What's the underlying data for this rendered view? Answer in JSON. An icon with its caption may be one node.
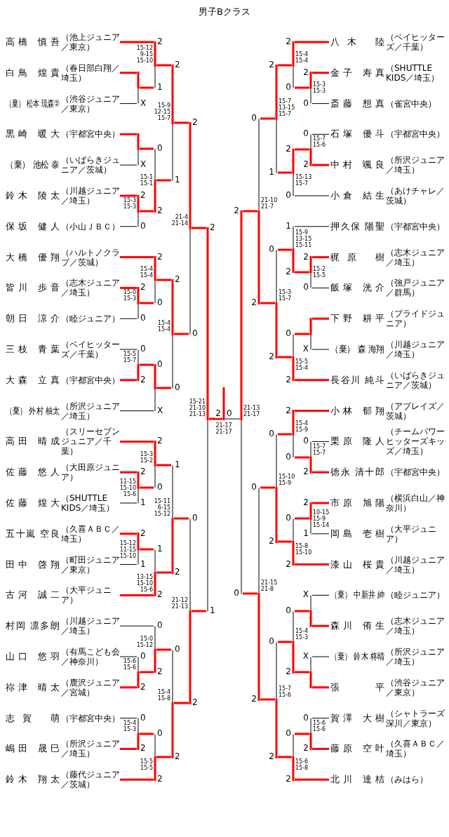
{
  "diagram": {
    "title": "男子Bクラス",
    "nodes": [
      {
        "text": [
          "高橋 慎吾",
          "（池上ジュニア／東京）"
        ]
      },
      {
        "text": [
          "白鳥 煌貴",
          "（春日部白翔／埼玉）"
        ]
      },
      {
        "text": [
          "（棄） 松本 琉森②",
          "（渋谷ジュニア／東京）"
        ]
      },
      {
        "text": [
          "黒崎 暖大",
          "（宇都宮中央）"
        ]
      },
      {
        "text": [
          "（棄） 池松 泰",
          "（いばらきジュニア／茨城）"
        ]
      },
      {
        "text": [
          "鈴木 陵太",
          "（川越ジュニア／埼玉）"
        ]
      },
      {
        "text": [
          "保坂 健人",
          "（小山ＪＢＣ）"
        ]
      },
      {
        "text": [
          "大橋 優翔",
          "（ハルトノクラブ／茨城）"
        ]
      },
      {
        "text": [
          "皆川 歩音",
          "（志木ジュニア／埼玉）"
        ]
      },
      {
        "text": [
          "朝日 涼介",
          "（睦ジュニア）"
        ]
      },
      {
        "text": [
          "三枝 青葉",
          "（ベイヒッターズ／千葉）"
        ]
      },
      {
        "text": [
          "大森 立真",
          "（宇都宮中央）"
        ]
      },
      {
        "text": [
          "（棄） 外村 柚太",
          "（所沢ジュニア／埼玉）"
        ]
      },
      {
        "text": [
          "高田 晴成",
          "（スリーセブンジュニア／千葉）"
        ]
      },
      {
        "text": [
          "佐藤 悠人",
          "（大田原ジュニア）"
        ]
      },
      {
        "text": [
          "佐藤 煌大",
          "（SHUTTLE KIDS／埼玉）"
        ]
      },
      {
        "text": [
          "五十嵐 空良",
          "（久喜ＡＢＣ／埼玉）"
        ]
      },
      {
        "text": [
          "田中 啓翔",
          "（町田ジュニア／東京）"
        ]
      },
      {
        "text": [
          "古河 誠二",
          "（大平ジュニア）"
        ]
      },
      {
        "text": [
          "村岡 凛多朗",
          "（川越ジュニア／埼玉）"
        ]
      },
      {
        "text": [
          "山口 悠羽",
          "（有馬こども会／神奈川）"
        ]
      },
      {
        "text": [
          "祢津 晴太",
          "（鹿沢ジュニア／宮城）"
        ]
      },
      {
        "text": [
          "志賀 萌",
          "（宇都宮中央）"
        ]
      },
      {
        "text": [
          "嶋田 晟巳",
          "（所沢ジュニア／埼玉）"
        ]
      },
      {
        "text": [
          "鈴木 翔太",
          "（藤代ジュニア／茨城）"
        ]
      },
      {
        "text": [
          "八木 陸",
          "（ベイヒッターズ／千葉）"
        ]
      },
      {
        "text": [
          "金子 寿真",
          "（SHUTTLE KIDS／埼玉）"
        ]
      },
      {
        "text": [
          "斎藤 想真",
          "（雀宮中央）"
        ]
      },
      {
        "text": [
          "石塚 優斗",
          "（宇都宮中央）"
        ]
      },
      {
        "text": [
          "中村 颯良",
          "（所沢ジュニア／埼玉）"
        ]
      },
      {
        "text": [
          "小倉 結生",
          "（あけチャレ／茨城）"
        ]
      },
      {
        "text": [
          "押久保 陽聖",
          "（宇都宮中央）"
        ]
      },
      {
        "text": [
          "梶原 樹",
          "（志木ジュニア／埼玉）"
        ]
      },
      {
        "text": [
          "飯塚 洸介",
          "（強戸ジュニア／群馬）"
        ]
      },
      {
        "text": [
          "下野 耕平",
          "（プライドジュニア）"
        ]
      },
      {
        "text": [
          "（棄） 森 海翔",
          "（川越ジュニア／埼玉）"
        ]
      },
      {
        "text": [
          "長谷川 純斗",
          "（いばらきジュニア／茨城）"
        ]
      },
      {
        "text": [
          "小林 郁翔",
          "（アブレイズ／茨城）"
        ]
      },
      {
        "text": [
          "栗原 隆人",
          "（チームパワーヒッターズキッズ／埼玉）"
        ]
      },
      {
        "text": [
          "徳永 清十郎",
          "（宇都宮中央）"
        ]
      },
      {
        "text": [
          "市原 旭陽",
          "（横浜白山／神奈川）"
        ]
      },
      {
        "text": [
          "岡島 壱樹",
          "（大平ジュニア）"
        ]
      },
      {
        "text": [
          "漆山 桜貴",
          "（川越ジュニア／埼玉）"
        ]
      },
      {
        "text": [
          "（棄） 中新井 紳",
          "（睦ジュニア）"
        ]
      },
      {
        "text": [
          "森川 侑生",
          "（志木ジュニア／埼玉）"
        ]
      },
      {
        "text": [
          "（棄） 鈴木 柊晴",
          "（所沢ジュニア／埼玉）"
        ]
      },
      {
        "text": [
          "張 平",
          "（渋谷ジュニア／東京）"
        ]
      },
      {
        "text": [
          "賀澤 大樹",
          "（シャトラーズ深川／東京）"
        ]
      },
      {
        "text": [
          "藤原 空叶",
          "（久喜ＡＢＣ／埼玉）"
        ]
      },
      {
        "text": [
          "北川 達桔",
          "（みはら）"
        ]
      },
      {
        "text": [],
        "shape": "bar"
      },
      {
        "text": [],
        "shape": "bar",
        "beside": [
          "15-12 9-15 15-10"
        ]
      },
      {
        "text": [],
        "shape": "bar"
      },
      {
        "text": [],
        "shape": "bar",
        "beside": [
          "15-3 15-3"
        ]
      },
      {
        "text": [],
        "shape": "bar",
        "beside": [
          "15-1 15-1"
        ]
      },
      {
        "text": [],
        "shape": "bar",
        "beside": [
          "15-9 12-15 15-7"
        ]
      },
      {
        "text": [],
        "shape": "bar",
        "beside": [
          "15-0 15-3"
        ]
      },
      {
        "text": [],
        "shape": "bar",
        "beside": [
          "15-4 15-4"
        ]
      },
      {
        "text": [],
        "shape": "bar",
        "beside": [
          "15-5 15-7"
        ]
      },
      {
        "text": [],
        "shape": "bar"
      },
      {
        "text": [],
        "shape": "bar",
        "beside": [
          "15-4 15-4"
        ]
      },
      {
        "text": [],
        "shape": "bar",
        "beside": [
          "21-4 21-14"
        ]
      },
      {
        "text": [],
        "shape": "bar",
        "beside": [
          "11-15 15-10 15-6"
        ]
      },
      {
        "text": [],
        "shape": "bar",
        "beside": [
          "15-3 15-2"
        ]
      },
      {
        "text": [],
        "shape": "bar",
        "beside": [
          "15-12 11-15 15-10"
        ]
      },
      {
        "text": [],
        "shape": "bar",
        "beside": [
          "13-15 15-10 15-6"
        ]
      },
      {
        "text": [],
        "shape": "bar",
        "beside": [
          "15-11 6-15 15-12"
        ]
      },
      {
        "text": [],
        "shape": "bar",
        "beside": [
          "15-6 15-6"
        ]
      },
      {
        "text": [],
        "shape": "bar",
        "beside": [
          "15-0 15-12"
        ]
      },
      {
        "text": [],
        "shape": "bar",
        "beside": [
          "15-4 15-3"
        ]
      },
      {
        "text": [],
        "shape": "bar",
        "beside": [
          "15-5 15-5"
        ]
      },
      {
        "text": [],
        "shape": "bar",
        "beside": [
          "15-4 15-8"
        ]
      },
      {
        "text": [],
        "shape": "bar",
        "beside": [
          "21-12 21-13"
        ]
      },
      {
        "text": [],
        "shape": "bar",
        "beside": [
          "15-21 21-10 21-13"
        ]
      },
      {
        "text": [],
        "shape": "bar",
        "beside": [
          "15-3 15-3"
        ]
      },
      {
        "text": [],
        "shape": "bar",
        "beside": [
          "15-4 15-4"
        ]
      },
      {
        "text": [],
        "shape": "bar",
        "beside": [
          "15-7 15-6"
        ]
      },
      {
        "text": [],
        "shape": "bar",
        "beside": [
          "15-13 15-7"
        ]
      },
      {
        "text": [],
        "shape": "bar",
        "beside": [
          "15-7 13-15 15-7"
        ]
      },
      {
        "text": [],
        "shape": "bar",
        "beside": [
          "15-2 15-5"
        ]
      },
      {
        "text": [],
        "shape": "bar",
        "beside": [
          "15-9 13-15 15-11"
        ]
      },
      {
        "text": [],
        "shape": "bar"
      },
      {
        "text": [],
        "shape": "bar",
        "beside": [
          "15-5 15-4"
        ]
      },
      {
        "text": [],
        "shape": "bar",
        "beside": [
          "15-3 15-7"
        ]
      },
      {
        "text": [],
        "shape": "bar",
        "beside": [
          "21-10 21-7"
        ]
      },
      {
        "text": [],
        "shape": "bar",
        "beside": [
          "15-7 15-7"
        ]
      },
      {
        "text": [],
        "shape": "bar",
        "beside": [
          "15-4 15-9"
        ]
      },
      {
        "text": [],
        "shape": "bar",
        "beside": [
          "10-15 15-9 15-14"
        ]
      },
      {
        "text": [],
        "shape": "bar",
        "beside": [
          "15-8 15-10"
        ]
      },
      {
        "text": [],
        "shape": "bar",
        "beside": [
          "15-10 15-9"
        ]
      },
      {
        "text": [],
        "shape": "bar"
      },
      {
        "text": [],
        "shape": "bar"
      },
      {
        "text": [],
        "shape": "bar",
        "beside": [
          "15-4 15-3"
        ]
      },
      {
        "text": [],
        "shape": "bar",
        "beside": [
          "15-6 15-6"
        ]
      },
      {
        "text": [],
        "shape": "bar",
        "beside": [
          "15-6 15-8"
        ]
      },
      {
        "text": [],
        "shape": "bar",
        "beside": [
          "15-7 15-6"
        ]
      },
      {
        "text": [],
        "shape": "bar",
        "beside": [
          "21-15 21-8"
        ]
      },
      {
        "text": [],
        "shape": "bar",
        "beside": [
          "21-13 21-17"
        ]
      },
      {
        "text": [],
        "shape": "bar",
        "beside": [
          "21-17 21-17"
        ]
      }
    ],
    "edges": [
      {
        "from": 1,
        "to": 50,
        "arrow": "none"
      },
      {
        "from": 2,
        "to": 50,
        "arrow": "none",
        "label": "X",
        "color": "#000000"
      },
      {
        "from": 0,
        "to": 51,
        "arrow": "none",
        "label": "2"
      },
      {
        "from": 50,
        "to": 51,
        "arrow": "none",
        "label": "1"
      },
      {
        "from": 3,
        "to": 52,
        "arrow": "none"
      },
      {
        "from": 4,
        "to": 52,
        "arrow": "none",
        "label": "X",
        "color": "#000000"
      },
      {
        "from": 5,
        "to": 53,
        "arrow": "none",
        "label": "2"
      },
      {
        "from": 6,
        "to": 53,
        "arrow": "none",
        "label": "0",
        "color": "#000000"
      },
      {
        "from": 52,
        "to": 54,
        "arrow": "none",
        "label": "0"
      },
      {
        "from": 53,
        "to": 54,
        "arrow": "none",
        "label": "2"
      },
      {
        "from": 51,
        "to": 55,
        "arrow": "none",
        "label": "2"
      },
      {
        "from": 54,
        "to": 55,
        "arrow": "none",
        "label": "1"
      },
      {
        "from": 8,
        "to": 56,
        "arrow": "none",
        "label": "2"
      },
      {
        "from": 9,
        "to": 56,
        "arrow": "none",
        "label": "0",
        "color": "#000000"
      },
      {
        "from": 7,
        "to": 57,
        "arrow": "none",
        "label": "2"
      },
      {
        "from": 56,
        "to": 57,
        "arrow": "none",
        "label": "0"
      },
      {
        "from": 10,
        "to": 58,
        "arrow": "none",
        "label": "0",
        "color": "#000000"
      },
      {
        "from": 11,
        "to": 58,
        "arrow": "none",
        "label": "2"
      },
      {
        "from": 58,
        "to": 59,
        "arrow": "none",
        "label": "0"
      },
      {
        "from": 12,
        "to": 59,
        "arrow": "none",
        "label": "X",
        "color": "#000000"
      },
      {
        "from": 57,
        "to": 60,
        "arrow": "none",
        "label": "2"
      },
      {
        "from": 59,
        "to": 60,
        "arrow": "none",
        "label": "0"
      },
      {
        "from": 55,
        "to": 61,
        "arrow": "none",
        "label": "2"
      },
      {
        "from": 60,
        "to": 61,
        "arrow": "none",
        "label": "0"
      },
      {
        "from": 14,
        "to": 62,
        "arrow": "none",
        "label": "2"
      },
      {
        "from": 15,
        "to": 62,
        "arrow": "none",
        "label": "1",
        "color": "#000000"
      },
      {
        "from": 13,
        "to": 63,
        "arrow": "none",
        "label": "2"
      },
      {
        "from": 62,
        "to": 63,
        "arrow": "none",
        "label": "0"
      },
      {
        "from": 16,
        "to": 64,
        "arrow": "none",
        "label": "2"
      },
      {
        "from": 17,
        "to": 64,
        "arrow": "none",
        "label": "1",
        "color": "#000000"
      },
      {
        "from": 64,
        "to": 65,
        "arrow": "none",
        "label": "1"
      },
      {
        "from": 18,
        "to": 65,
        "arrow": "none",
        "label": "2"
      },
      {
        "from": 63,
        "to": 66,
        "arrow": "none",
        "label": "1"
      },
      {
        "from": 65,
        "to": 66,
        "arrow": "none",
        "label": "2"
      },
      {
        "from": 20,
        "to": 67,
        "arrow": "none",
        "label": "0",
        "color": "#000000"
      },
      {
        "from": 21,
        "to": 67,
        "arrow": "none",
        "label": "2"
      },
      {
        "from": 19,
        "to": 68,
        "arrow": "none",
        "label": "0",
        "color": "#000000"
      },
      {
        "from": 67,
        "to": 68,
        "arrow": "none",
        "label": "2"
      },
      {
        "from": 22,
        "to": 69,
        "arrow": "none",
        "label": "0",
        "color": "#000000"
      },
      {
        "from": 23,
        "to": 69,
        "arrow": "none",
        "label": "2"
      },
      {
        "from": 69,
        "to": 70,
        "arrow": "none",
        "label": "0"
      },
      {
        "from": 24,
        "to": 70,
        "arrow": "none",
        "label": "2"
      },
      {
        "from": 68,
        "to": 71,
        "arrow": "none",
        "label": "0"
      },
      {
        "from": 70,
        "to": 71,
        "arrow": "none",
        "label": "2"
      },
      {
        "from": 66,
        "to": 72,
        "arrow": "none",
        "label": "0"
      },
      {
        "from": 71,
        "to": 72,
        "arrow": "none",
        "label": "2"
      },
      {
        "from": 61,
        "to": 73,
        "arrow": "none",
        "label": "2"
      },
      {
        "from": 72,
        "to": 73,
        "arrow": "none",
        "label": "1"
      },
      {
        "from": 26,
        "to": 74,
        "arrow": "none",
        "label": "2"
      },
      {
        "from": 27,
        "to": 74,
        "arrow": "none",
        "label": "0",
        "color": "#000000"
      },
      {
        "from": 25,
        "to": 75,
        "arrow": "none",
        "label": "2"
      },
      {
        "from": 74,
        "to": 75,
        "arrow": "none",
        "label": "0"
      },
      {
        "from": 28,
        "to": 76,
        "arrow": "none",
        "label": "0",
        "color": "#000000"
      },
      {
        "from": 29,
        "to": 76,
        "arrow": "none",
        "label": "2"
      },
      {
        "from": 76,
        "to": 77,
        "arrow": "none",
        "label": "2"
      },
      {
        "from": 30,
        "to": 77,
        "arrow": "none",
        "label": "0",
        "color": "#000000"
      },
      {
        "from": 75,
        "to": 78,
        "arrow": "none",
        "label": "2"
      },
      {
        "from": 77,
        "to": 78,
        "arrow": "none",
        "label": "1"
      },
      {
        "from": 31,
        "to": 80,
        "arrow": "none",
        "label": "1",
        "color": "#000000"
      },
      {
        "from": 32,
        "to": 79,
        "arrow": "none",
        "label": "2"
      },
      {
        "from": 33,
        "to": 79,
        "arrow": "none",
        "label": "0",
        "color": "#000000"
      },
      {
        "from": 79,
        "to": 80,
        "arrow": "none",
        "label": "2"
      },
      {
        "from": 34,
        "to": 81,
        "arrow": "none"
      },
      {
        "from": 35,
        "to": 81,
        "arrow": "none",
        "label": "X",
        "color": "#000000"
      },
      {
        "from": 81,
        "to": 82,
        "arrow": "none",
        "label": "0"
      },
      {
        "from": 36,
        "to": 82,
        "arrow": "none",
        "label": "2"
      },
      {
        "from": 80,
        "to": 83,
        "arrow": "none",
        "label": "0"
      },
      {
        "from": 82,
        "to": 83,
        "arrow": "none",
        "label": "2"
      },
      {
        "from": 78,
        "to": 84,
        "arrow": "none",
        "label": "0"
      },
      {
        "from": 83,
        "to": 84,
        "arrow": "none",
        "label": "2"
      },
      {
        "from": 37,
        "to": 86,
        "arrow": "none",
        "label": "2"
      },
      {
        "from": 38,
        "to": 85,
        "arrow": "none",
        "label": "0",
        "color": "#000000"
      },
      {
        "from": 39,
        "to": 85,
        "arrow": "none",
        "label": "2"
      },
      {
        "from": 85,
        "to": 86,
        "arrow": "none",
        "label": "0"
      },
      {
        "from": 40,
        "to": 87,
        "arrow": "none",
        "label": "2"
      },
      {
        "from": 41,
        "to": 87,
        "arrow": "none",
        "label": "1",
        "color": "#000000"
      },
      {
        "from": 87,
        "to": 88,
        "arrow": "none",
        "label": "0"
      },
      {
        "from": 42,
        "to": 88,
        "arrow": "none",
        "label": "2"
      },
      {
        "from": 86,
        "to": 89,
        "arrow": "none",
        "label": "0"
      },
      {
        "from": 88,
        "to": 89,
        "arrow": "none",
        "label": "2"
      },
      {
        "from": 43,
        "to": 90,
        "arrow": "none",
        "label": "X",
        "color": "#000000"
      },
      {
        "from": 44,
        "to": 90,
        "arrow": "none"
      },
      {
        "from": 45,
        "to": 91,
        "arrow": "none",
        "label": "X",
        "color": "#000000"
      },
      {
        "from": 46,
        "to": 91,
        "arrow": "none"
      },
      {
        "from": 90,
        "to": 92,
        "arrow": "none",
        "label": "0"
      },
      {
        "from": 91,
        "to": 92,
        "arrow": "none",
        "label": "2"
      },
      {
        "from": 47,
        "to": 93,
        "arrow": "none",
        "label": "0",
        "color": "#000000"
      },
      {
        "from": 48,
        "to": 93,
        "arrow": "none",
        "label": "2"
      },
      {
        "from": 93,
        "to": 94,
        "arrow": "none",
        "label": "0"
      },
      {
        "from": 49,
        "to": 94,
        "arrow": "none",
        "label": "2"
      },
      {
        "from": 92,
        "to": 95,
        "arrow": "none",
        "label": "0"
      },
      {
        "from": 94,
        "to": 95,
        "arrow": "none",
        "label": "2"
      },
      {
        "from": 89,
        "to": 96,
        "arrow": "none",
        "label": "0"
      },
      {
        "from": 95,
        "to": 96,
        "arrow": "none",
        "label": "2"
      },
      {
        "from": 84,
        "to": 97,
        "arrow": "none",
        "label": "2"
      },
      {
        "from": 96,
        "to": 97,
        "arrow": "none",
        "label": "0"
      },
      {
        "from": 73,
        "to": 98,
        "arrow": "none",
        "label": "2"
      },
      {
        "from": 97,
        "to": 98,
        "arrow": "none",
        "label": "0",
        "color": "#000000"
      }
    ]
  }
}
